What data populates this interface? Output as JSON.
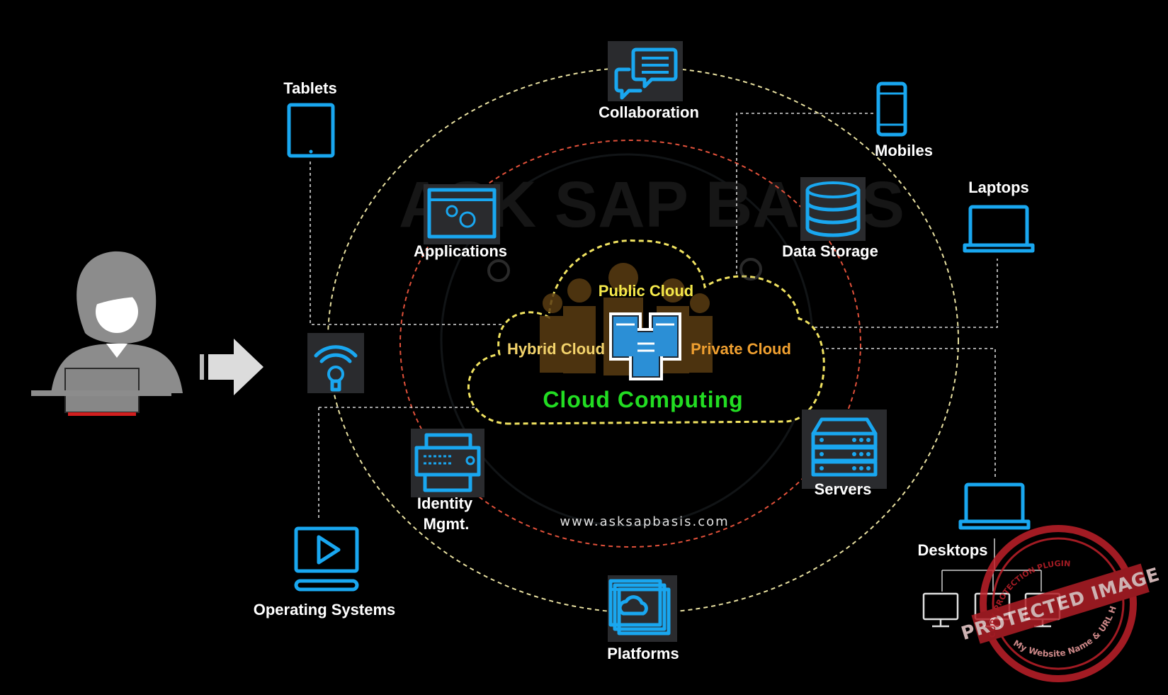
{
  "diagram": {
    "title": "Cloud Computing",
    "cloud_types": {
      "public": "Public Cloud",
      "hybrid": "Hybrid Cloud",
      "private": "Private Cloud"
    },
    "website": "www.asksapbasis.com",
    "watermark": "ASK SAP BASIS",
    "services": {
      "collaboration": "Collaboration",
      "applications": "Applications",
      "data_storage": "Data Storage",
      "identity_line1": "Identity",
      "identity_line2": "Mgmt.",
      "servers": "Servers",
      "platforms": "Platforms"
    },
    "devices": {
      "tablets": "Tablets",
      "mobiles": "Mobiles",
      "laptops": "Laptops",
      "desktops": "Desktops",
      "operating_systems": "Operating Systems"
    },
    "stamp": {
      "main": "PROTECTED IMAGE",
      "top": "COPY PROTECTION PLUGIN",
      "bottom": "My Website Name & URL Here"
    },
    "colors": {
      "background": "#000000",
      "accent_blue": "#19a7f0",
      "title_green": "#22dd22",
      "public_yellow": "#f5e94a",
      "hybrid_yellow": "#f3d36b",
      "private_orange": "#f0a030",
      "outer_ring": "#e8e0a0",
      "inner_ring": "#e0503a",
      "stamp_red": "#c0202a"
    }
  }
}
